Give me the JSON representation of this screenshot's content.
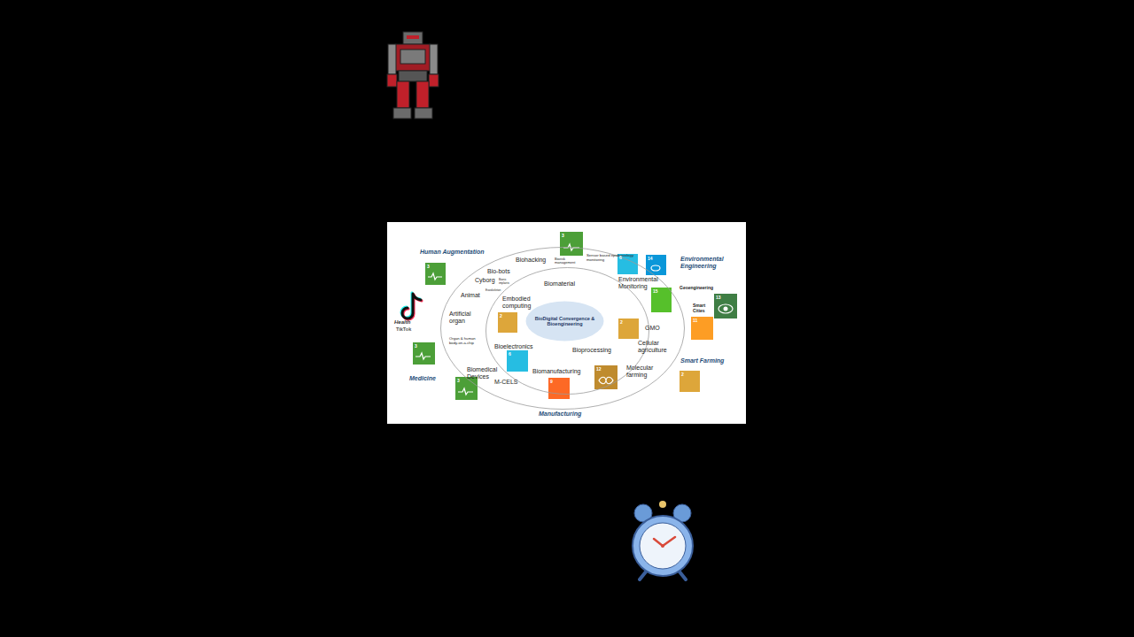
{
  "diagram": {
    "nodes": [
      {
        "text": [
          "Bio-bots",
          "Cyborg",
          "Bionic implants",
          "Exoskeleton",
          "Animat",
          "Artificial organ",
          "Organ & human body-on-a-chip",
          "Biomedical Devices",
          "M-CELS",
          "Biohacking",
          "Biorisk management",
          "Sensor based epidemiology monitoring",
          "Environmental Monitoring",
          "GMO",
          "Cellular agriculture",
          "Molecular farming"
        ]
      },
      {
        "text": [
          "Biomaterial",
          "Embodied computing",
          "Bioelectronics",
          "Bioprocessing",
          "Biomanufacturing"
        ],
        "in": 0
      },
      {
        "text": [
          "BioDigital Convergence & Bioengineering"
        ],
        "in": 1
      }
    ],
    "edges": [],
    "labels": [
      "Human Augmentation",
      "Environmental Engineering",
      "Smart Farming",
      "Medicine",
      "Manufacturing",
      "Geoengineering",
      "Smart Cities",
      "Health",
      "TikTok",
      "3",
      "3",
      "6",
      "14",
      "15",
      "13",
      "2",
      "11",
      "2",
      "2",
      "6",
      "3",
      "3",
      "9",
      "12"
    ]
  }
}
